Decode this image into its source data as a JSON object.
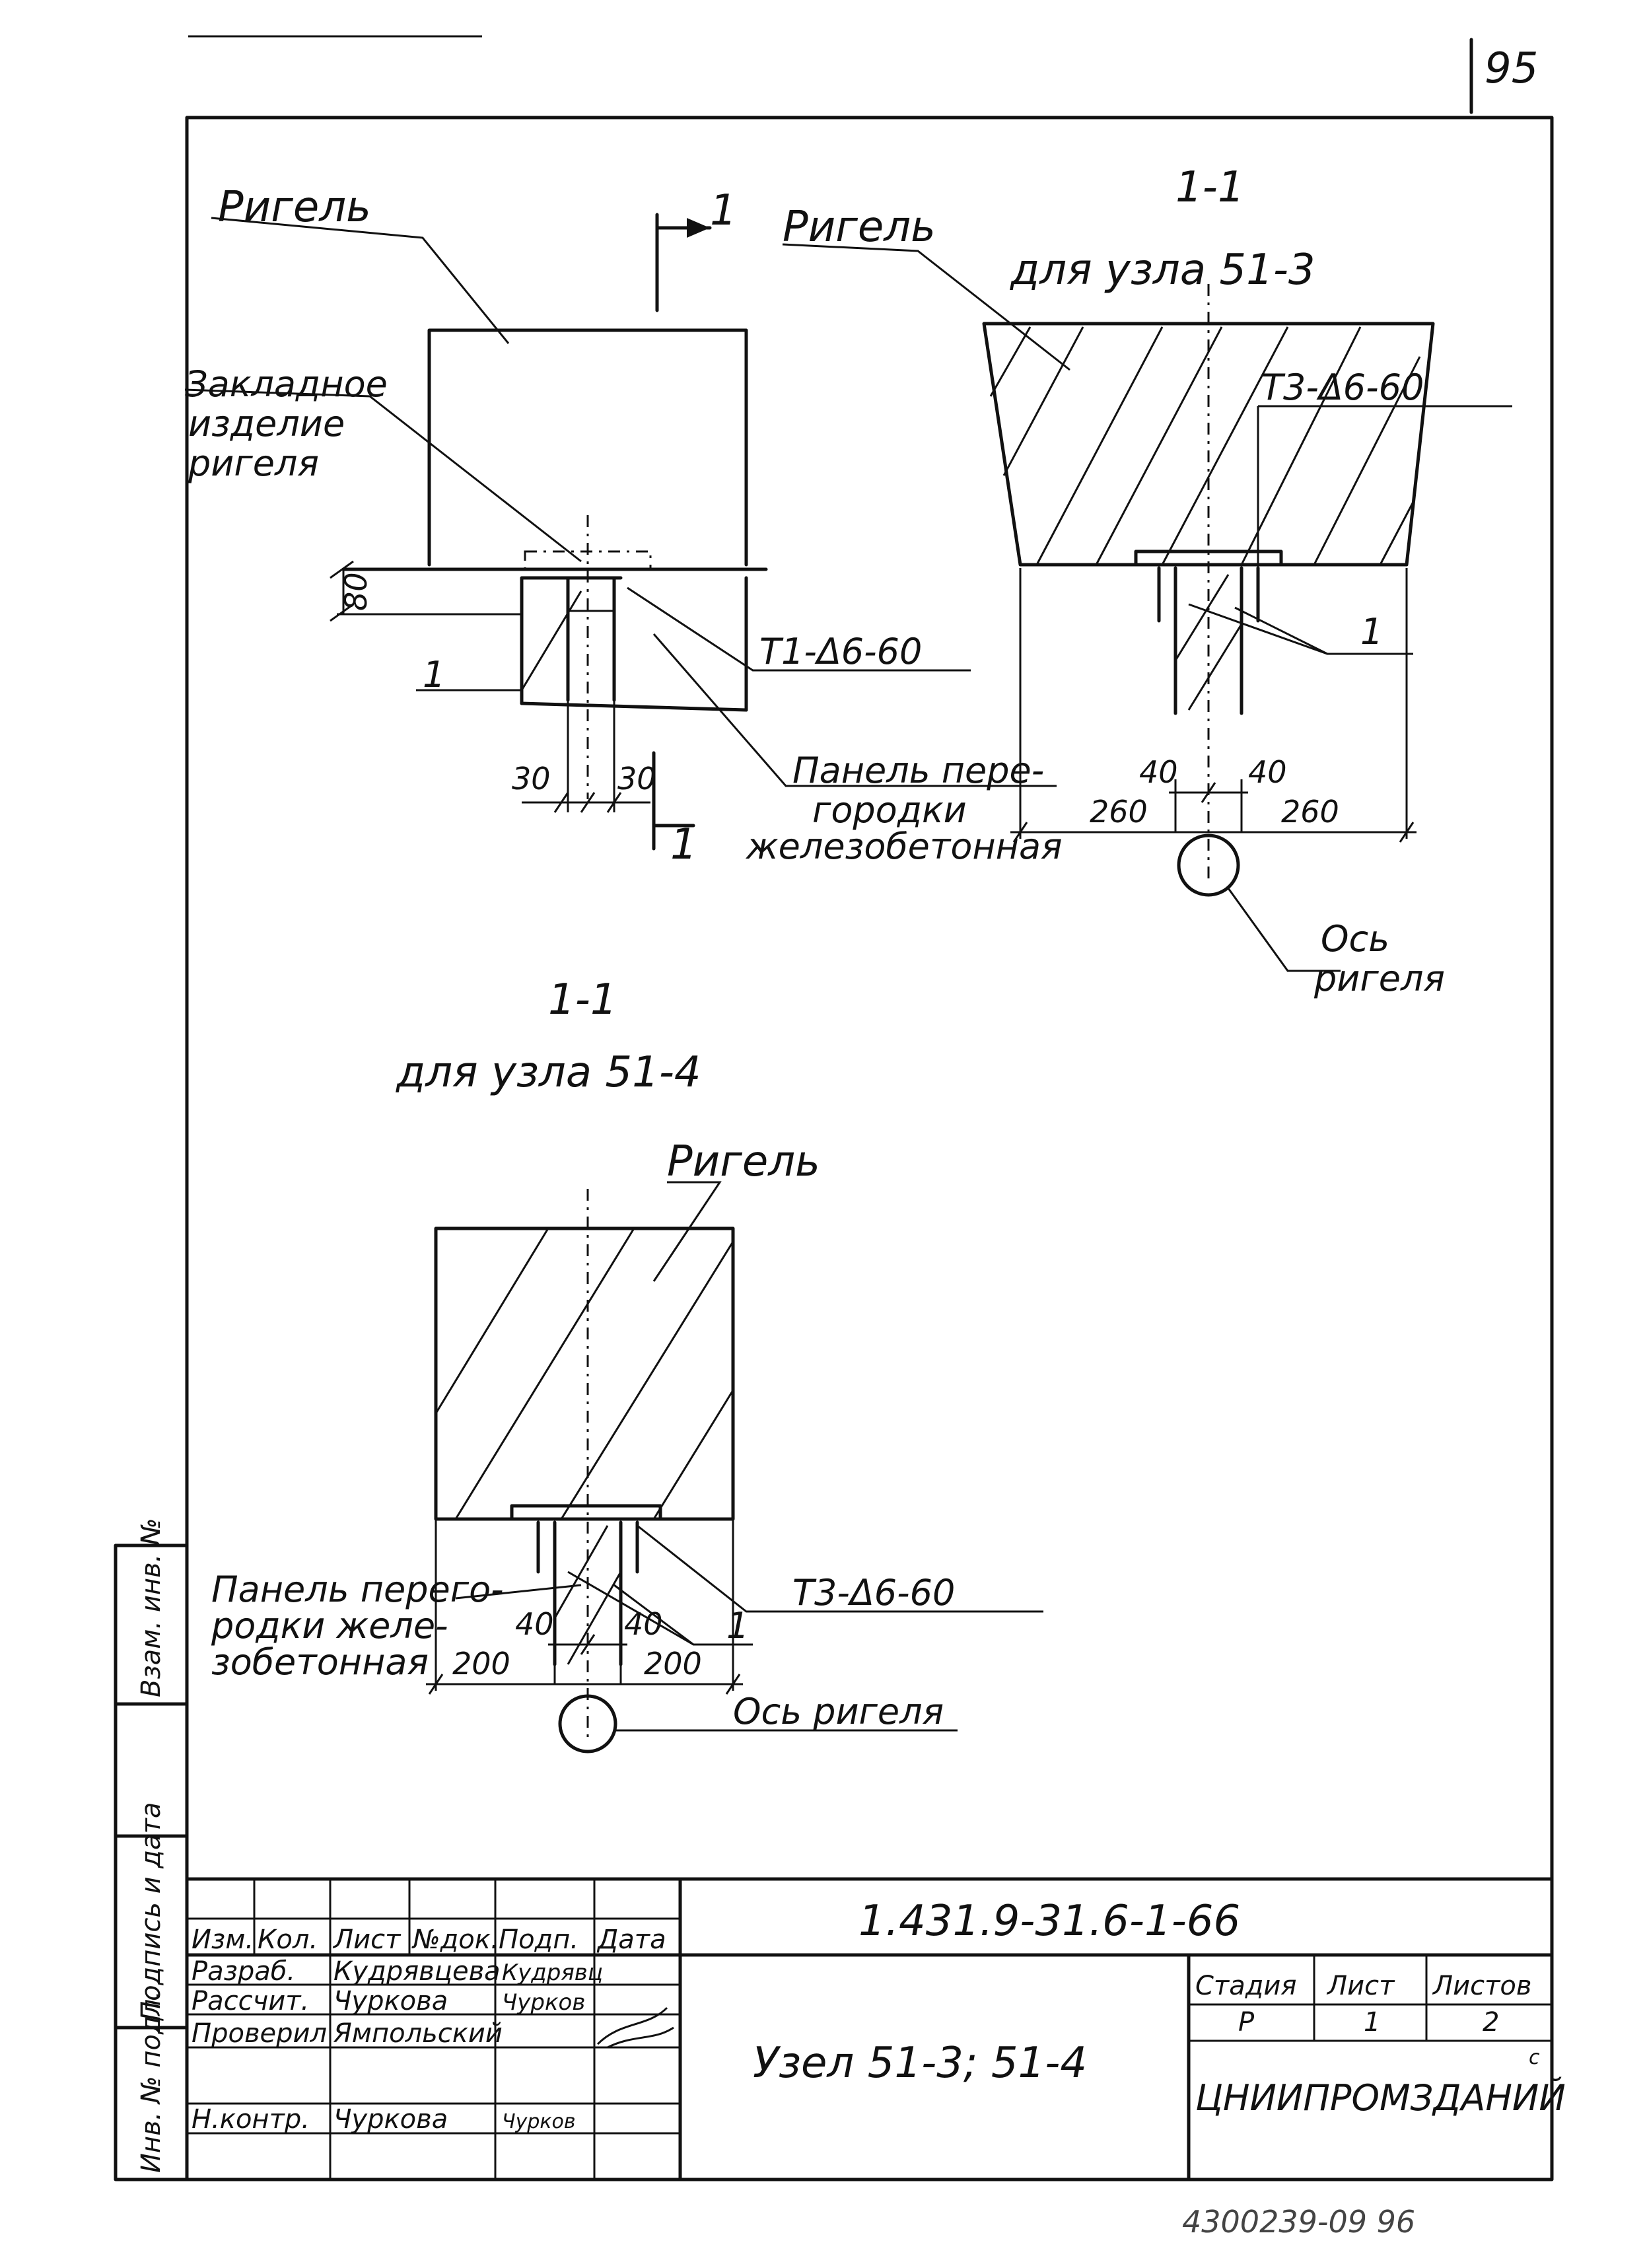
{
  "page_number": "95",
  "section_top": {
    "title": "1-1",
    "subtitle": "для узла  51-3"
  },
  "section_bottom": {
    "title": "1-1",
    "subtitle": "для узла  51-4"
  },
  "labels": {
    "rigel_top_left": "Ригель",
    "rigel_top_mid": "Ригель",
    "rigel_bottom": "Ригель",
    "embedded_line1": "Закладное",
    "embedded_line2": "изделие",
    "embedded_line3": "ригеля",
    "weld_t1": "Т1-Δ6-60",
    "weld_t3_top": "Т3-Δ6-60",
    "weld_t3_bottom": "Т3-Δ6-60",
    "panel_top_line1": "Панель пере-",
    "panel_top_line2": "городки",
    "panel_top_line3": "железобетонная",
    "panel_bottom_line1": "Панель перего-",
    "panel_bottom_line2": "родки желе-",
    "panel_bottom_line3": "зобетонная",
    "axis_top_line1": "Ось",
    "axis_top_line2": "ригеля",
    "axis_bottom": "Ось ригеля",
    "mark_1_a": "1",
    "mark_1_b": "1",
    "mark_1_c": "1",
    "mark_1_d": "1",
    "section_mark_top": "1",
    "section_mark_bottom": "1"
  },
  "dimensions": {
    "d80": "80",
    "d30_left": "30",
    "d30_right": "30",
    "d40_top_left": "40",
    "d40_top_right": "40",
    "d260_left": "260",
    "d260_right": "260",
    "d40_bot_left": "40",
    "d40_bot_right": "40",
    "d200_left": "200",
    "d200_right": "200"
  },
  "side_stamp": {
    "cell1": "Взам. инв. №",
    "cell2": "Подпись и дата",
    "cell3": "Инв. № подл."
  },
  "title_block": {
    "doc_code": "1.431.9-31.6-1-66",
    "drawing_title": "Узел 51-3; 51-4",
    "headers": [
      "Изм.",
      "Кол.",
      "Лист",
      "№док.",
      "Подп.",
      "Дата"
    ],
    "roles": [
      {
        "role": "Разраб.",
        "name": "Кудрявцева",
        "sign": "Кудрявц"
      },
      {
        "role": "Рассчит.",
        "name": "Чуркова",
        "sign": "Чурков"
      },
      {
        "role": "Проверил",
        "name": "Ямпольский",
        "sign": ""
      },
      {
        "role": "Н.контр.",
        "name": "Чуркова",
        "sign": "Чурков"
      }
    ],
    "stage_label": "Стадия",
    "sheet_label": "Лист",
    "sheets_label": "Листов",
    "stage": "Р",
    "sheet": "1",
    "sheets": "2",
    "org": "ЦНИИПРОМЗДАНИЙ",
    "org_mark": "с"
  },
  "bottom_note": "4300239-09   96"
}
